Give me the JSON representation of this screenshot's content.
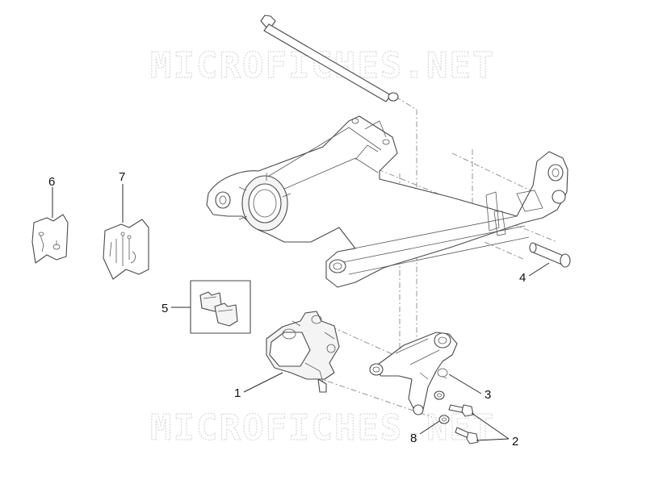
{
  "watermark": {
    "top_text": "MICROFICHES.NET",
    "bottom_text": "MICROFICHES.NET",
    "color": "#d8d8d8"
  },
  "callouts": [
    {
      "id": "c1",
      "label": "1"
    },
    {
      "id": "c2",
      "label": "2"
    },
    {
      "id": "c3",
      "label": "3"
    },
    {
      "id": "c4",
      "label": "4"
    },
    {
      "id": "c5",
      "label": "5"
    },
    {
      "id": "c6",
      "label": "6"
    },
    {
      "id": "c7",
      "label": "7"
    },
    {
      "id": "c8",
      "label": "8"
    }
  ],
  "colors": {
    "line": "#4a4a4a",
    "background": "#ffffff"
  }
}
